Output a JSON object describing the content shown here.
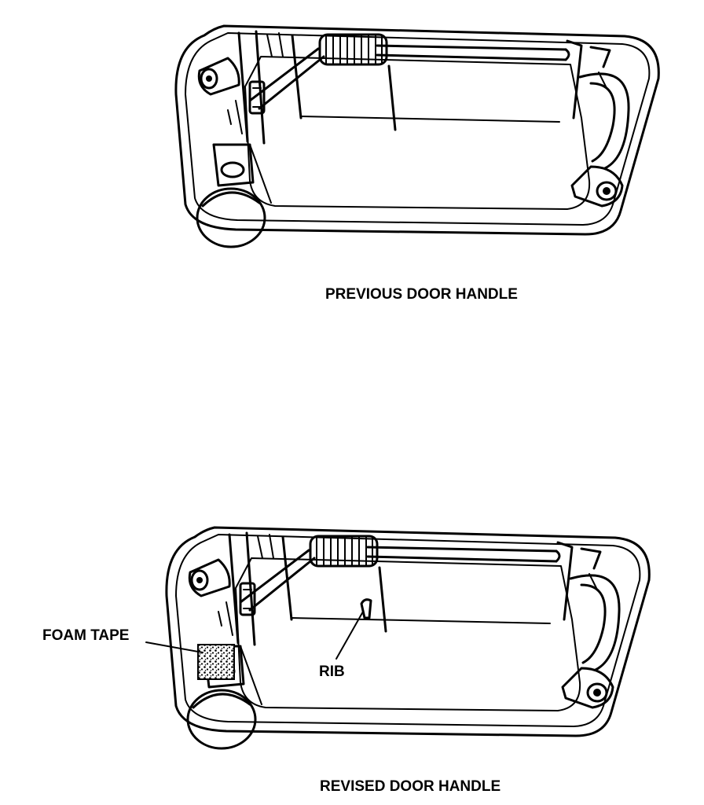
{
  "labels": {
    "previous": "PREVIOUS DOOR HANDLE",
    "revised": "REVISED DOOR HANDLE",
    "foam_tape": "FOAM TAPE",
    "rib": "RIB"
  },
  "colors": {
    "line": "#000000",
    "background": "#ffffff"
  }
}
